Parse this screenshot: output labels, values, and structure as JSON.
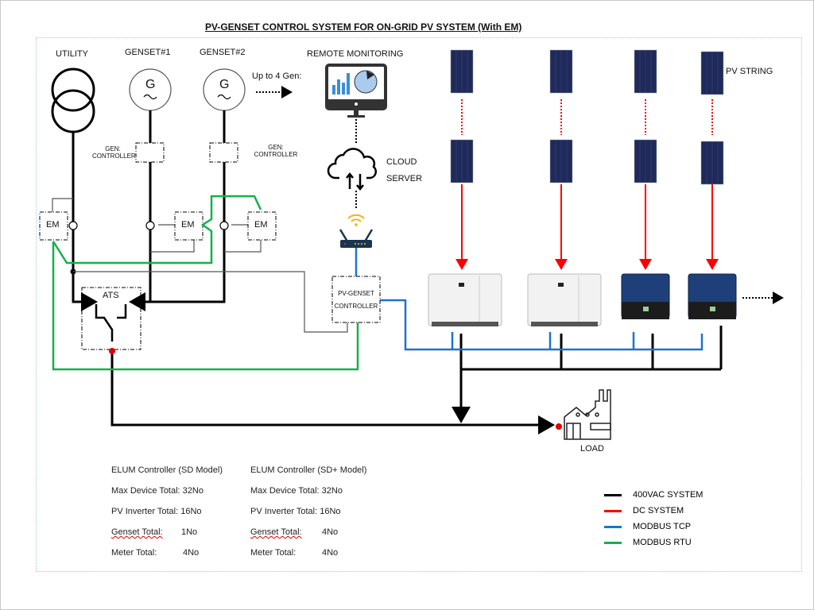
{
  "title": "PV-GENSET CONTROL SYSTEM FOR ON-GRID PV SYSTEM (With EM)",
  "sources": {
    "utility": "UTILITY",
    "genset1": "GENSET#1",
    "genset2": "GENSET#2",
    "generator_symbol": "G",
    "more_gens": "Up to 4 Gen:",
    "gen_controller_line1": "GEN:",
    "gen_controller_line2": "CONTROLLER"
  },
  "meters": {
    "label": "EM"
  },
  "ats": {
    "label": "ATS"
  },
  "monitoring": {
    "label": "REMOTE MONITORING"
  },
  "cloud": {
    "line1": "CLOUD",
    "line2": "SERVER"
  },
  "controller": {
    "line1": "PV-GENSET",
    "line2": "CONTROLLER"
  },
  "pv": {
    "label": "PV STRING",
    "string_count": 4
  },
  "inverters": [
    {
      "style": "white"
    },
    {
      "style": "white"
    },
    {
      "style": "blue"
    },
    {
      "style": "blue"
    }
  ],
  "load": {
    "label": "LOAD"
  },
  "specs": [
    {
      "heading": "ELUM Controller (SD Model)",
      "rows": [
        {
          "label": "Max Device Total:",
          "value": "32No"
        },
        {
          "label": "PV Inverter Total:",
          "value": "16No"
        },
        {
          "label": "Genset Total:",
          "value": "1No"
        },
        {
          "label": "Meter Total:",
          "value": "4No"
        }
      ]
    },
    {
      "heading": "ELUM Controller (SD+ Model)",
      "rows": [
        {
          "label": "Max Device Total:",
          "value": "32No"
        },
        {
          "label": "PV Inverter Total:",
          "value": "16No"
        },
        {
          "label": "Genset Total:",
          "value": "4No"
        },
        {
          "label": "Meter Total:",
          "value": "4No"
        }
      ]
    }
  ],
  "legend": [
    {
      "label": "400VAC SYSTEM",
      "color": "#000000"
    },
    {
      "label": "DC SYSTEM",
      "color": "#ff0000"
    },
    {
      "label": "MODBUS TCP",
      "color": "#1e73c8"
    },
    {
      "label": "MODBUS RTU",
      "color": "#16b04a"
    }
  ]
}
